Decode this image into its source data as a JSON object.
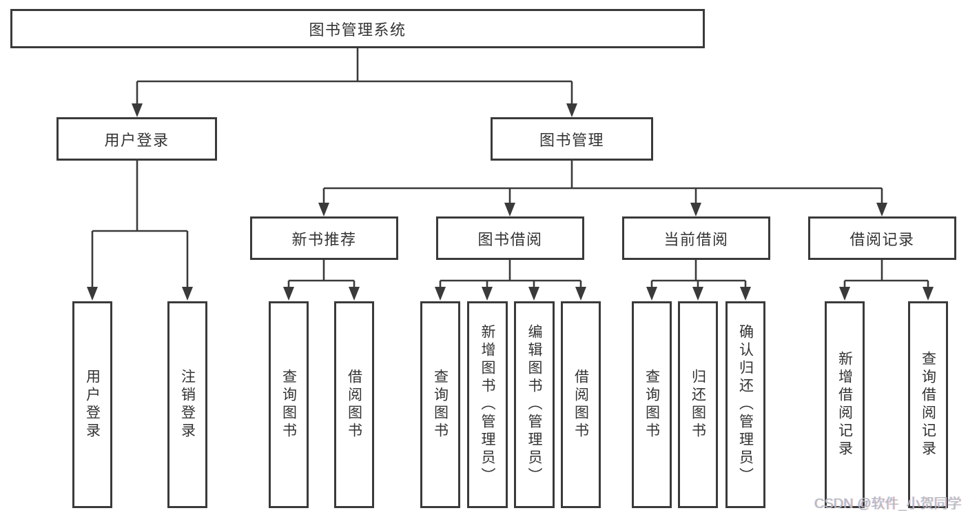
{
  "diagram": {
    "title": "图书管理系统",
    "type": "hierarchy-tree",
    "colors": {
      "line": "#3a3a3a",
      "box_border": "#3a3a3a",
      "box_fill": "#ffffff",
      "text": "#333333",
      "watermark_text_color": "#b6babf"
    },
    "root": {
      "label": "图书管理系统"
    },
    "level2": [
      {
        "label": "用户登录"
      },
      {
        "label": "图书管理"
      }
    ],
    "level3": [
      {
        "label": "新书推荐"
      },
      {
        "label": "图书借阅"
      },
      {
        "label": "当前借阅"
      },
      {
        "label": "借阅记录"
      }
    ],
    "leaves": {
      "user_login": [
        {
          "label": "用户登录"
        },
        {
          "label": "注销登录"
        }
      ],
      "new_book": [
        {
          "label": "查询图书"
        },
        {
          "label": "借阅图书"
        }
      ],
      "book_borrow": [
        {
          "label": "查询图书"
        },
        {
          "label": "新增图书（管理员）"
        },
        {
          "label": "编辑图书（管理员）"
        },
        {
          "label": "借阅图书"
        }
      ],
      "current_borrow": [
        {
          "label": "查询图书"
        },
        {
          "label": "归还图书"
        },
        {
          "label": "确认归还（管理员）"
        }
      ],
      "borrow_records": [
        {
          "label": "新增借阅记录"
        },
        {
          "label": "查询借阅记录"
        }
      ]
    },
    "watermark": "CSDN @软件_小贺同学"
  }
}
